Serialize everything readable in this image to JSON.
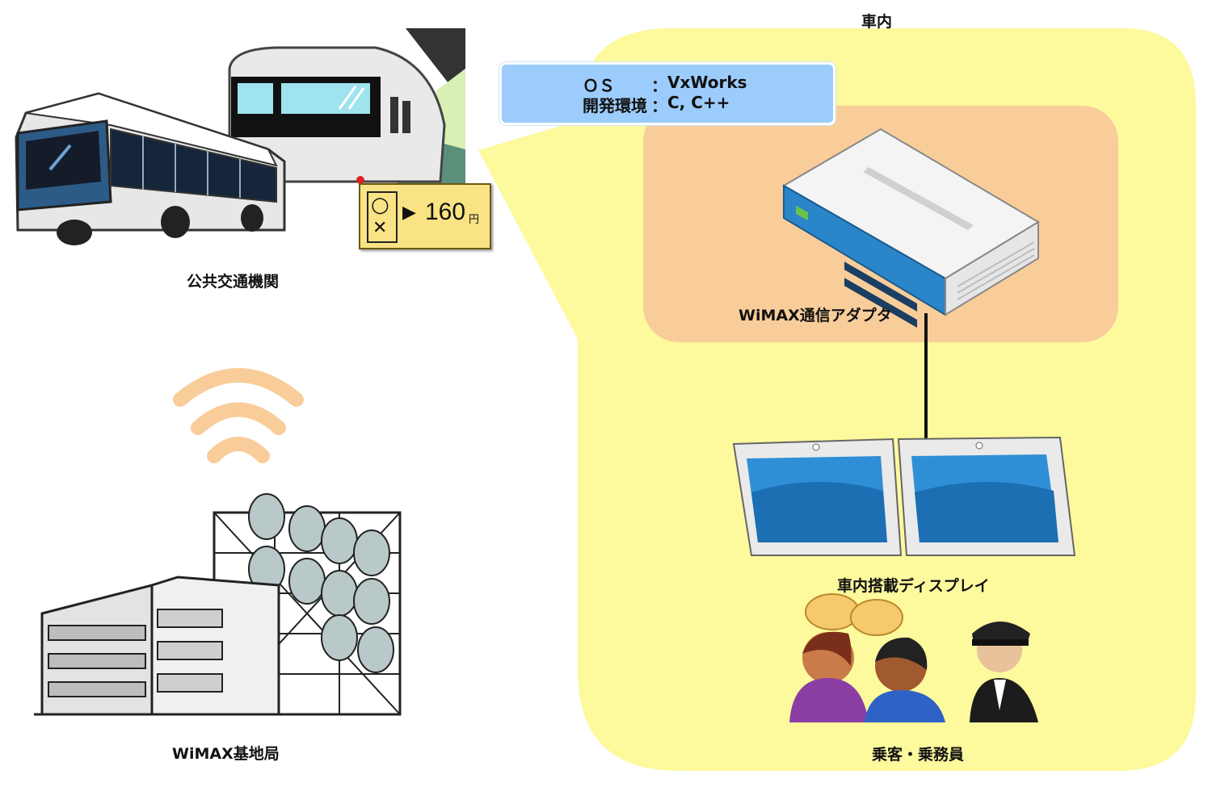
{
  "labels": {
    "in_car": "車内",
    "public_transport": "公共交通機関",
    "base_station": "WiMAX基地局",
    "adapter": "WiMAX通信アダプタ",
    "display": "車内搭載ディスプレイ",
    "people": "乗客・乗務員"
  },
  "spec": {
    "os_key": "ＯＳ",
    "os_sep": "：",
    "os_value": "VxWorks",
    "dev_key": "開発環境",
    "dev_sep": "：",
    "dev_value": "C, C++"
  },
  "fare_sign": {
    "circle": "○",
    "cross": "✕",
    "arrow": "▶",
    "amount": "160",
    "unit": "円"
  },
  "colors": {
    "in_car_area": "#fdf99d",
    "adapter_area": "#f9cd99",
    "spec_box": "#9cccfb",
    "signal_waves": "#f9cd99",
    "fare_sign": "#f9e384"
  }
}
